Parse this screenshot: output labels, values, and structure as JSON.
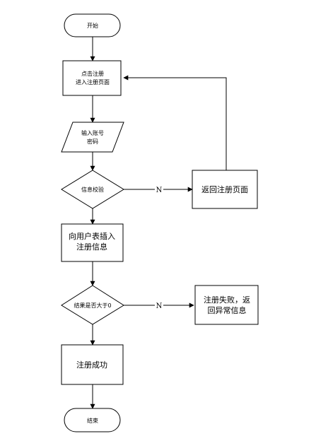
{
  "flowchart": {
    "start": "开始",
    "step_click": [
      "点击注册",
      "进入注册页面"
    ],
    "step_input": [
      "输入账号",
      "密码"
    ],
    "decision_verify": "信息校验",
    "step_return": "返回注册页面",
    "step_insert": [
      "向用户表插入",
      "注册信息"
    ],
    "decision_result": "结果是否大于0",
    "step_fail": [
      "注册失败，返",
      "回异常信息"
    ],
    "step_success": "注册成功",
    "end": "结束",
    "label_no_1": "N",
    "label_no_2": "N"
  }
}
